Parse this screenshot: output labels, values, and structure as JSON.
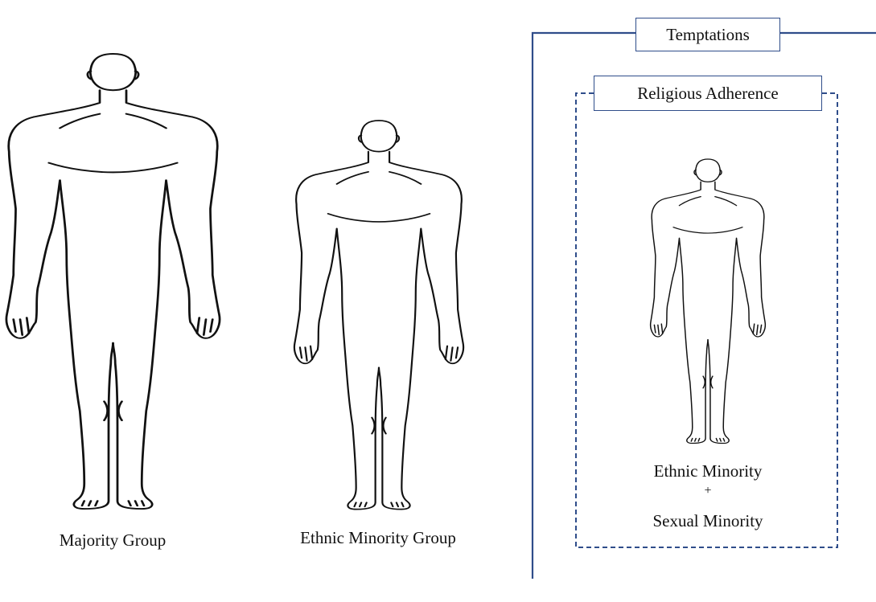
{
  "figures": {
    "majority": {
      "caption": "Majority Group"
    },
    "ethnic_minority": {
      "caption": "Ethnic Minority Group"
    },
    "dual_minority": {
      "caption_line1": "Ethnic Minority",
      "caption_plus": "+",
      "caption_line2": "Sexual Minority"
    }
  },
  "boxes": {
    "outer_label": "Temptations",
    "inner_label": "Religious Adherence"
  },
  "colors": {
    "frame": "#2f4d8a",
    "figure_stroke": "#111111"
  }
}
